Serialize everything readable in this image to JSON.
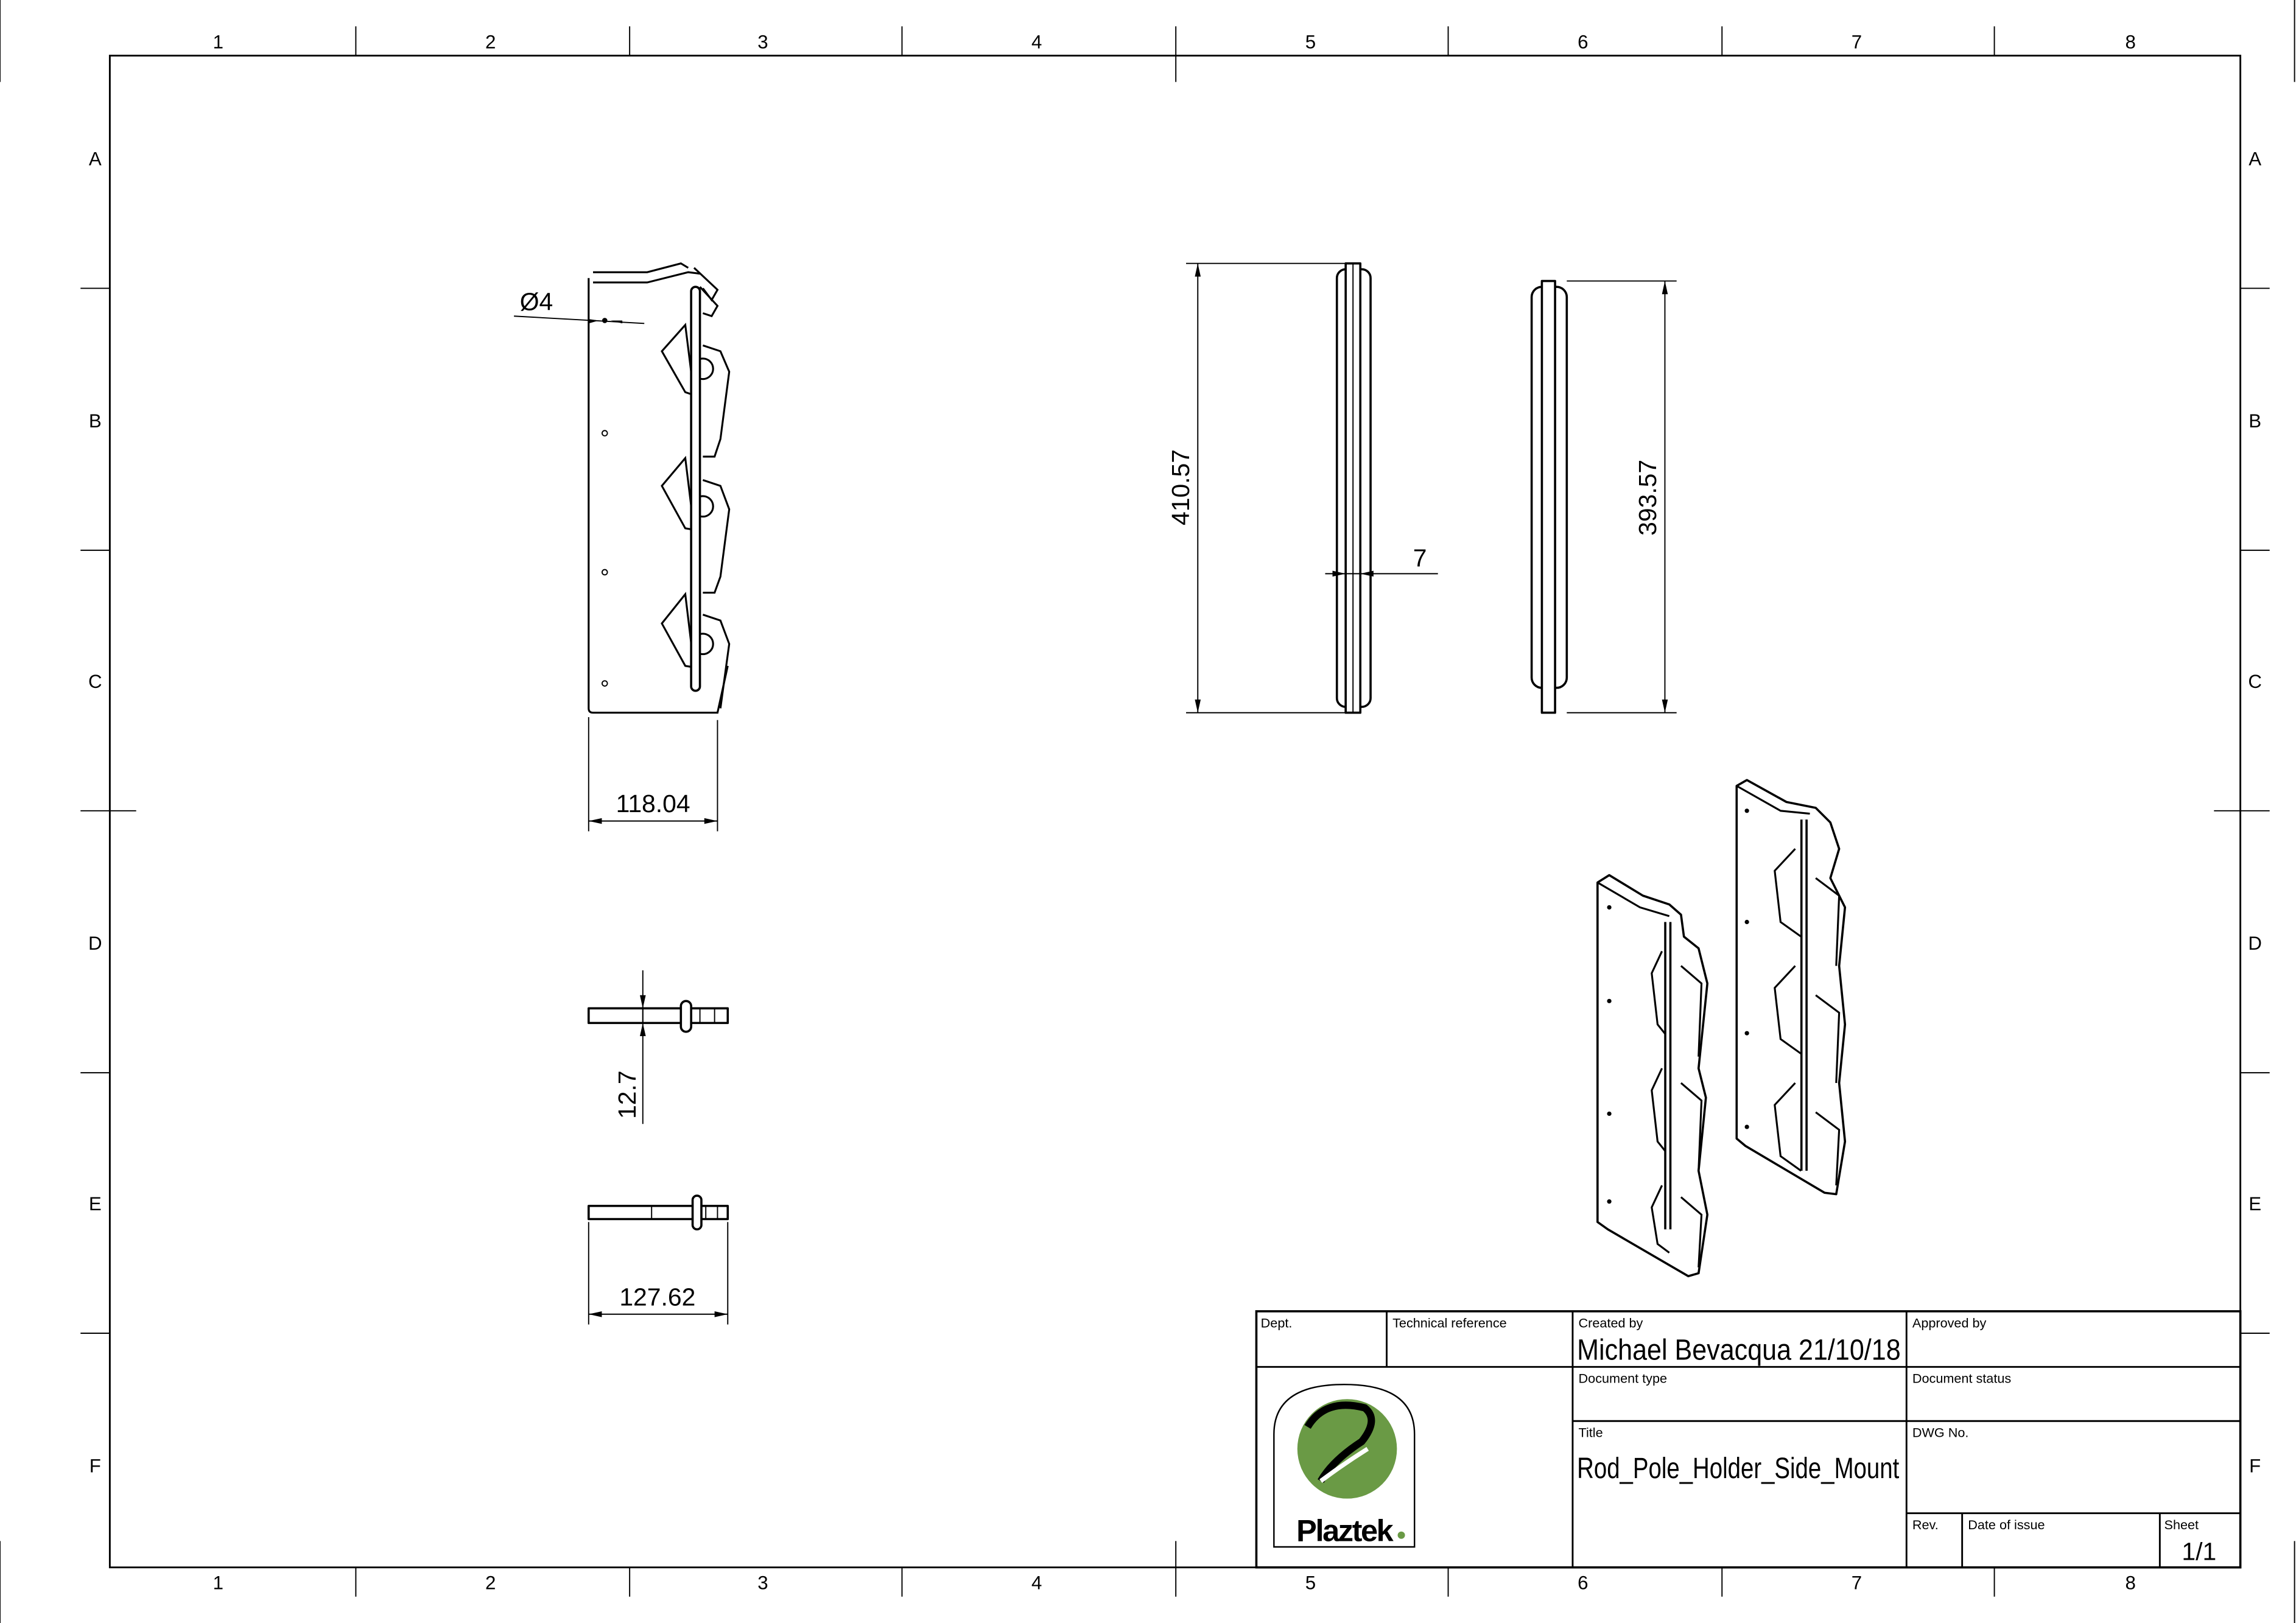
{
  "sheet": {
    "columns": [
      "1",
      "2",
      "3",
      "4",
      "5",
      "6",
      "7",
      "8"
    ],
    "rows": [
      "A",
      "B",
      "C",
      "D",
      "E",
      "F"
    ]
  },
  "dimensions": {
    "hole_diameter": "Ø4",
    "front_width": "118.04",
    "overall_height": "410.57",
    "thickness": "7",
    "inner_height": "393.57",
    "depth": "12.7",
    "overall_width": "127.62"
  },
  "title_block": {
    "dept_label": "Dept.",
    "tech_ref_label": "Technical reference",
    "created_by_label": "Created by",
    "created_by_value": "Michael Bevacqua 21/10/18",
    "approved_by_label": "Approved by",
    "doc_type_label": "Document type",
    "doc_status_label": "Document status",
    "title_label": "Title",
    "title_value": "Rod_Pole_Holder_Side_Mount",
    "dwg_no_label": "DWG No.",
    "rev_label": "Rev.",
    "date_label": "Date of issue",
    "sheet_label": "Sheet",
    "sheet_value": "1/1",
    "logo_text": "Plaztek",
    "logo_color": "#6a9a45"
  }
}
